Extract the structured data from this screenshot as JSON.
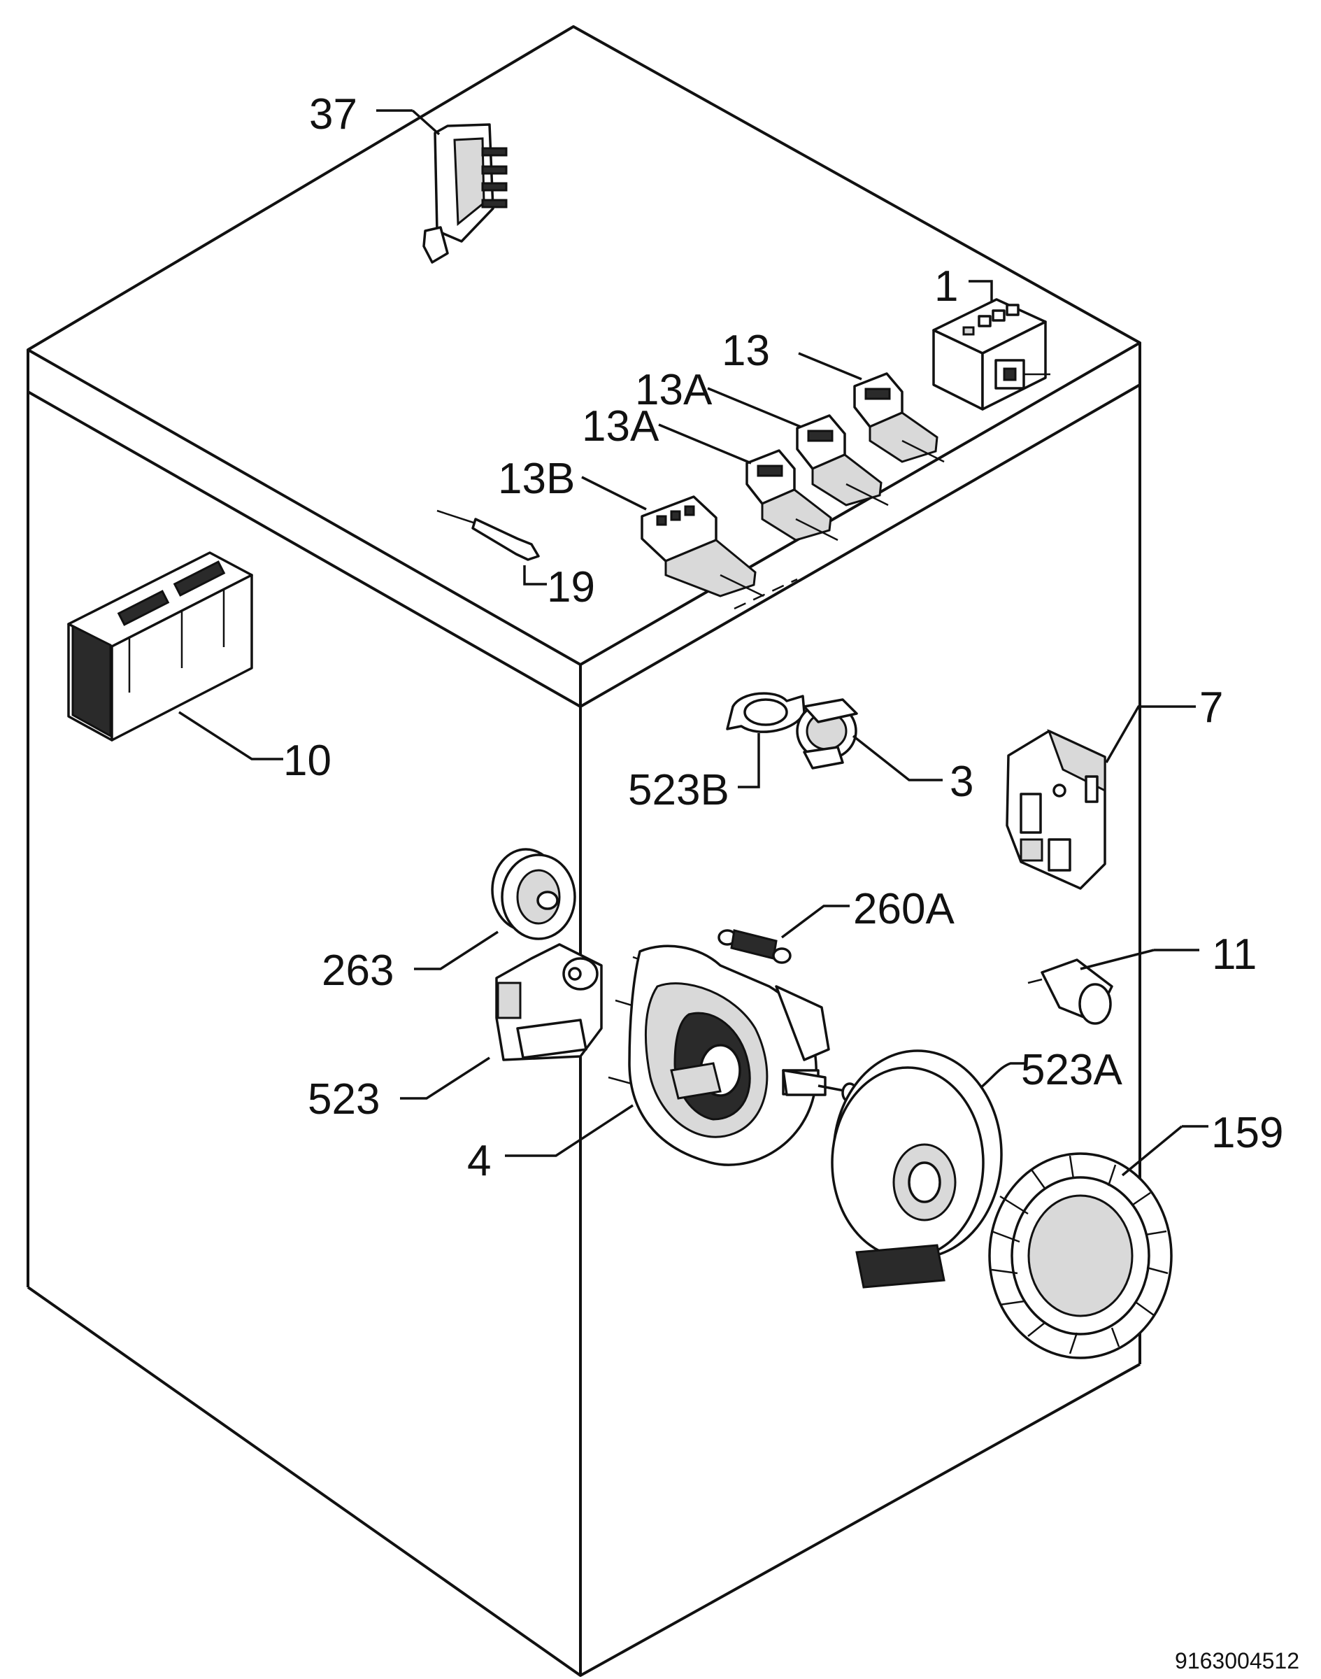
{
  "labels": {
    "l37": "37",
    "l1": "1",
    "l13": "13",
    "l13a_1": "13A",
    "l13a_2": "13A",
    "l13b": "13B",
    "l19": "19",
    "l10": "10",
    "l7": "7",
    "l3": "3",
    "l523b": "523B",
    "l260a": "260A",
    "l263": "263",
    "l11": "11",
    "l523": "523",
    "l523a": "523A",
    "l4": "4",
    "l159": "159"
  },
  "drawing_code": "9163004512"
}
